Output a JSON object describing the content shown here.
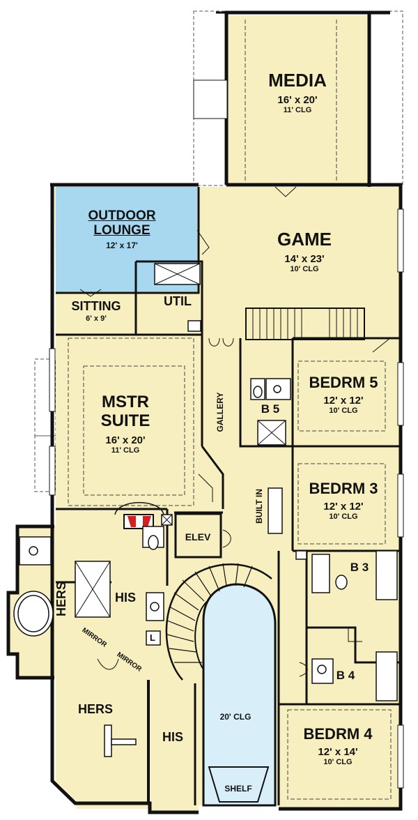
{
  "rooms": {
    "media": {
      "name": "MEDIA",
      "dim": "16' x 20'",
      "clg": "11' CLG"
    },
    "game": {
      "name": "GAME",
      "dim": "14' x 23'",
      "clg": "10' CLG"
    },
    "outdoor_lounge": {
      "line1": "OUTDOOR",
      "line2": "LOUNGE",
      "dim": "12' x 17'"
    },
    "sitting": {
      "name": "SITTING",
      "dim": "6' x 9'"
    },
    "util": {
      "name": "UTIL"
    },
    "mstr_suite": {
      "line1": "MSTR",
      "line2": "SUITE",
      "dim": "16' x 20'",
      "clg": "11' CLG"
    },
    "gallery": {
      "name": "GALLERY"
    },
    "bedrm5": {
      "name": "BEDRM 5",
      "dim": "12' x 12'",
      "clg": "10' CLG"
    },
    "b5": {
      "name": "B 5"
    },
    "bedrm3": {
      "name": "BEDRM 3",
      "dim": "12' x 12'",
      "clg": "10' CLG"
    },
    "built_in": {
      "name": "BUILT IN"
    },
    "elev": {
      "name": "ELEV"
    },
    "b3": {
      "name": "B 3"
    },
    "b4": {
      "name": "B 4"
    },
    "hers_bath": {
      "name": "HERS"
    },
    "his_bath": {
      "name": "HIS"
    },
    "mirror1": {
      "name": "MIRROR"
    },
    "mirror2": {
      "name": "MIRROR"
    },
    "linen": {
      "name": "L"
    },
    "hers_closet": {
      "name": "HERS"
    },
    "his_closet": {
      "name": "HIS"
    },
    "open_clg": {
      "name": "20' CLG"
    },
    "bedrm4": {
      "name": "BEDRM 4",
      "dim": "12' x 14'",
      "clg": "10' CLG"
    },
    "shelf": {
      "name": "SHELF"
    }
  },
  "colors": {
    "floor": "#f7efbf",
    "outdoor": "#a8d8f0",
    "open_to_below": "#d8effa",
    "wall": "#111111",
    "fireplace": "#d42020"
  }
}
